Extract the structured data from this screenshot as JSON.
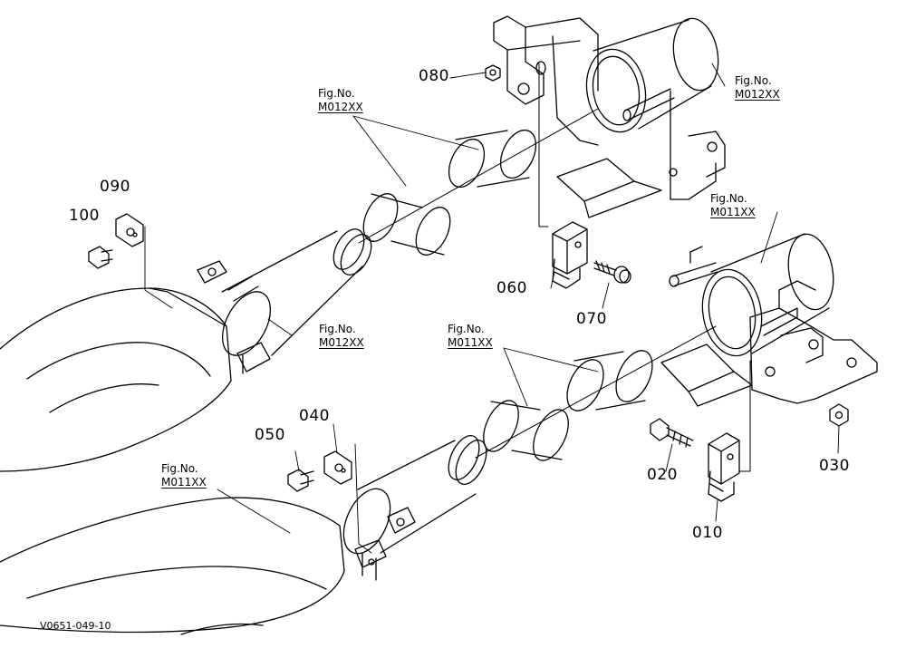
{
  "diagram": {
    "part_labels": [
      {
        "id": "p010",
        "text": "010"
      },
      {
        "id": "p020",
        "text": "020"
      },
      {
        "id": "p030",
        "text": "030"
      },
      {
        "id": "p040",
        "text": "040"
      },
      {
        "id": "p050",
        "text": "050"
      },
      {
        "id": "p060",
        "text": "060"
      },
      {
        "id": "p070",
        "text": "070"
      },
      {
        "id": "p080",
        "text": "080"
      },
      {
        "id": "p090",
        "text": "090"
      },
      {
        "id": "p100",
        "text": "100"
      }
    ],
    "figure_refs": [
      {
        "id": "f1",
        "prefix": "Fig.No.",
        "code": "M012XX"
      },
      {
        "id": "f2",
        "prefix": "Fig.No.",
        "code": "M012XX"
      },
      {
        "id": "f3",
        "prefix": "Fig.No.",
        "code": "M011XX"
      },
      {
        "id": "f4",
        "prefix": "Fig.No.",
        "code": "M012XX"
      },
      {
        "id": "f5",
        "prefix": "Fig.No.",
        "code": "M011XX"
      },
      {
        "id": "f6",
        "prefix": "Fig.No.",
        "code": "M011XX"
      }
    ],
    "drawing_id": "V0651-049-10"
  }
}
